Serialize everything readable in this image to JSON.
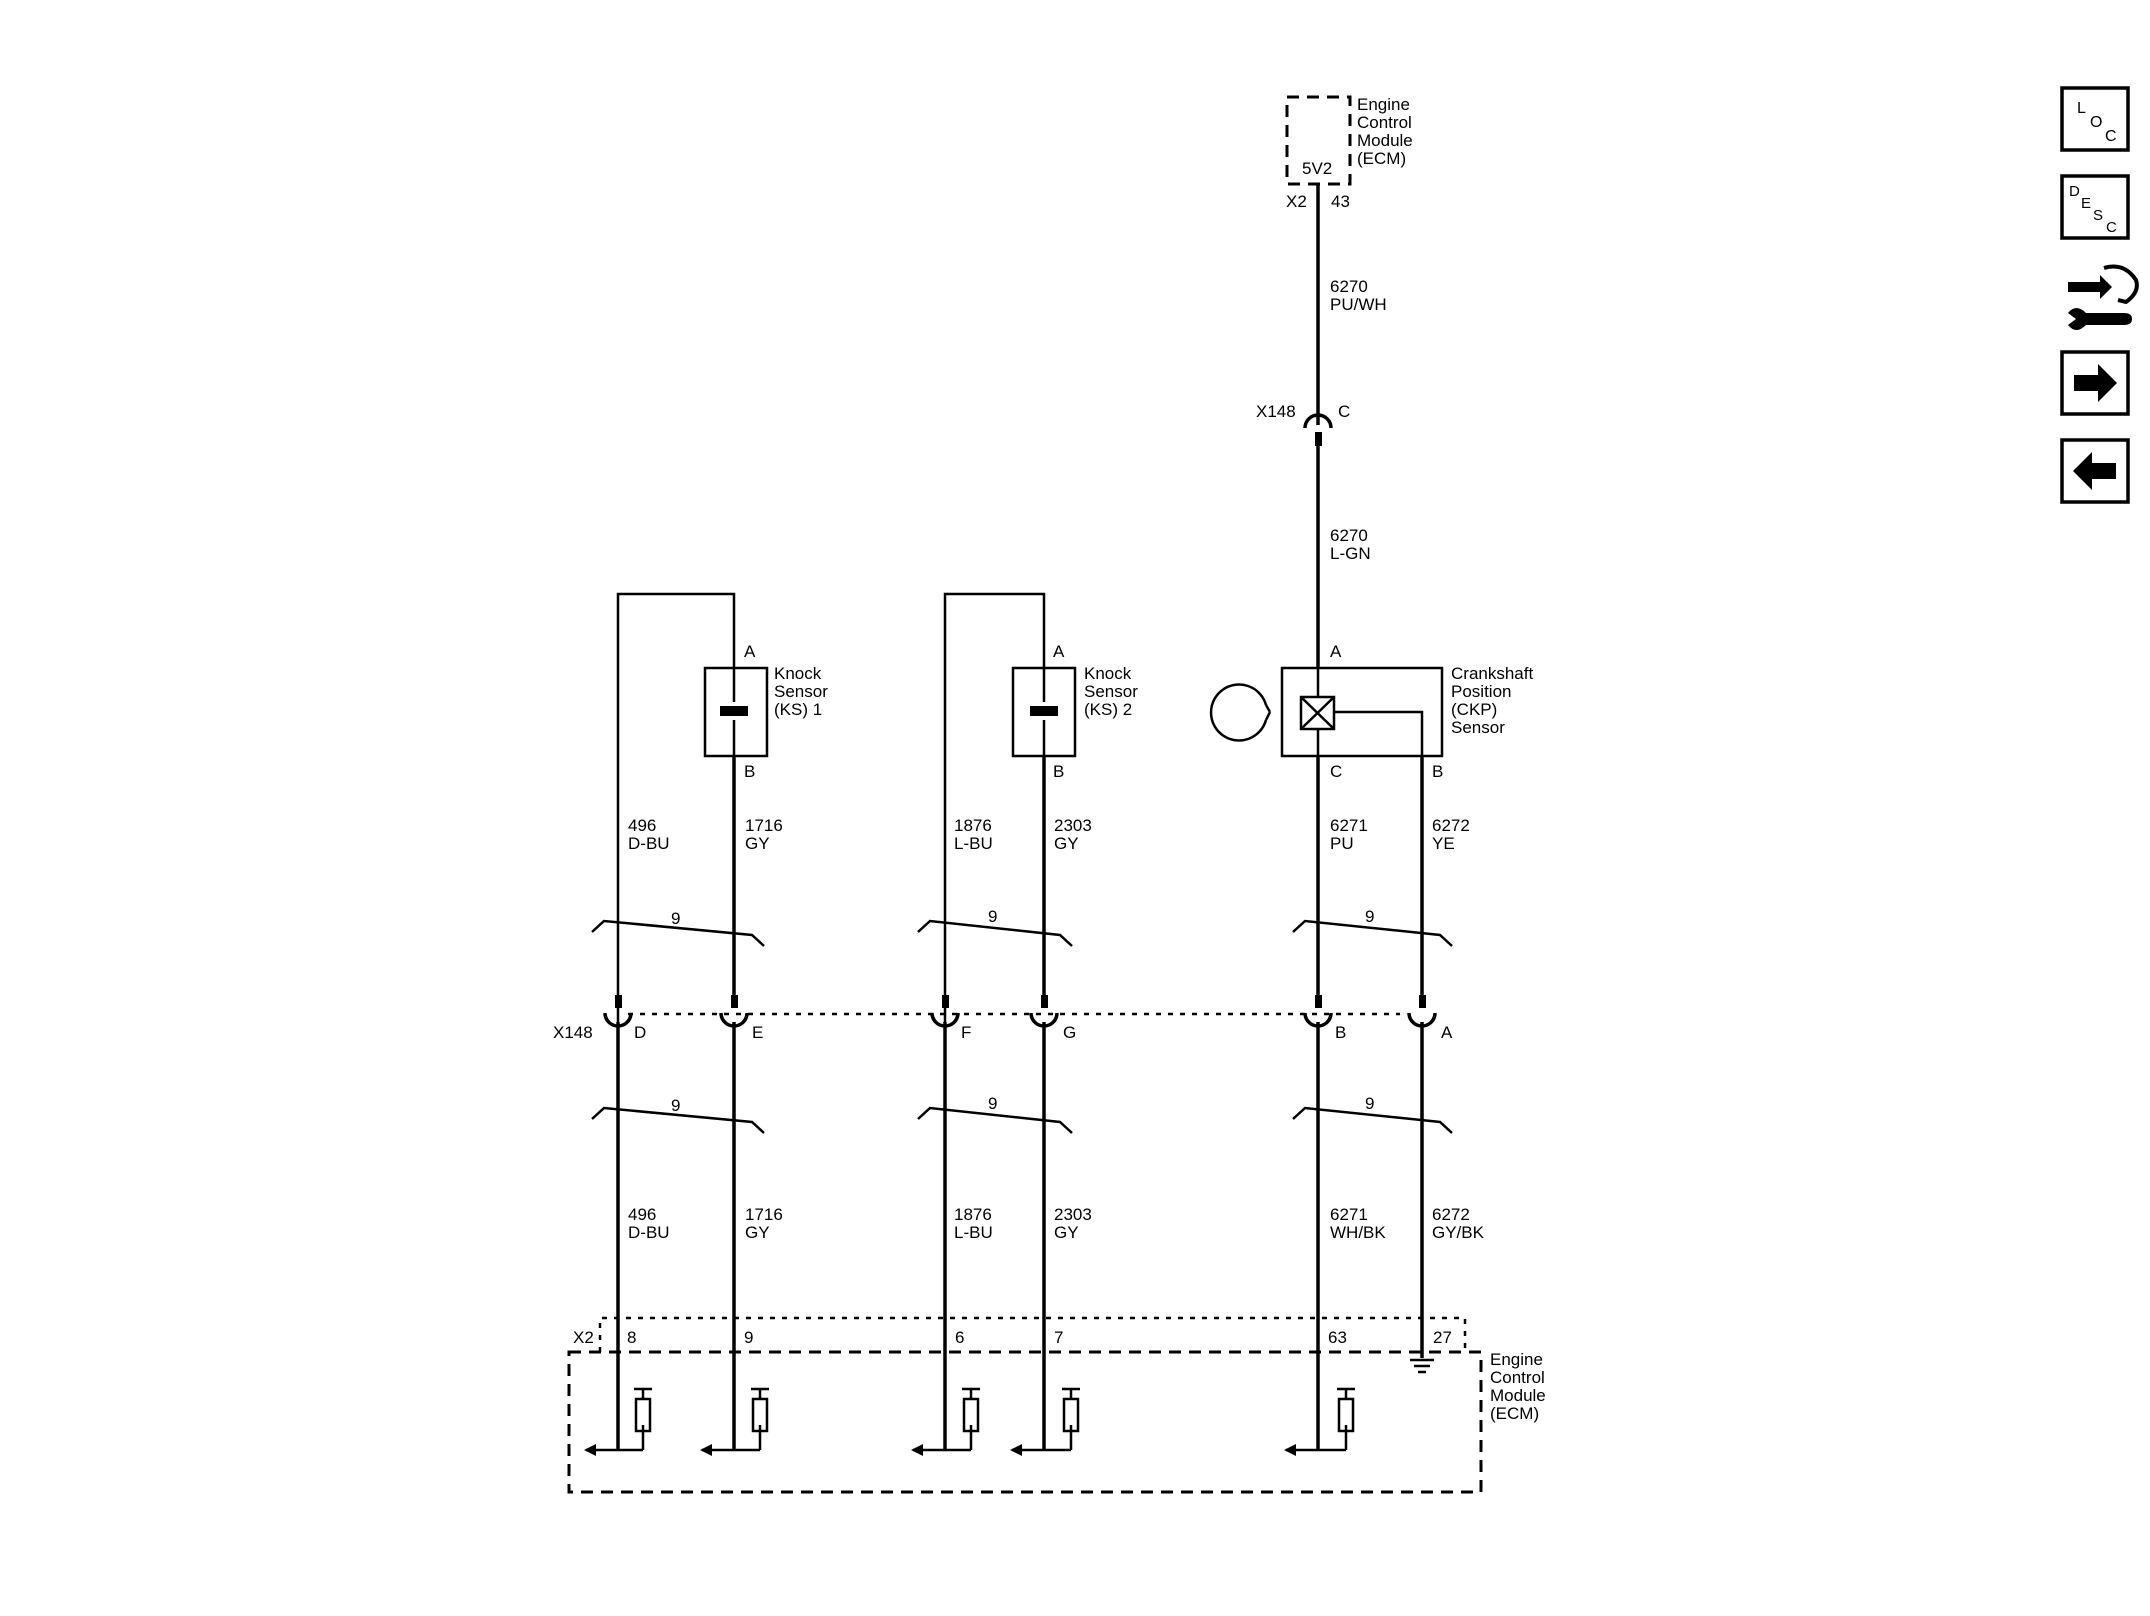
{
  "ecm_top": {
    "name": "Engine\nControl\nModule\n(ECM)",
    "pin_name": "5V2",
    "connector": "X2",
    "pin": "43"
  },
  "wire_6270_top": {
    "circuit": "6270",
    "color": "PU/WH"
  },
  "x148_top": {
    "connector": "X148",
    "pin": "C"
  },
  "wire_6270_mid": {
    "circuit": "6270",
    "color": "L-GN"
  },
  "ks1": {
    "name": "Knock\nSensor\n(KS) 1",
    "pin_a": "A",
    "pin_b": "B"
  },
  "ks2": {
    "name": "Knock\nSensor\n(KS) 2",
    "pin_a": "A",
    "pin_b": "B"
  },
  "ckp": {
    "name": "Crankshaft\nPosition\n(CKP)\nSensor",
    "pin_a": "A",
    "pin_b": "B",
    "pin_c": "C"
  },
  "upper_wires": [
    {
      "circuit": "496",
      "color": "D-BU"
    },
    {
      "circuit": "1716",
      "color": "GY"
    },
    {
      "circuit": "1876",
      "color": "L-BU"
    },
    {
      "circuit": "2303",
      "color": "GY"
    },
    {
      "circuit": "6271",
      "color": "PU"
    },
    {
      "circuit": "6272",
      "color": "YE"
    }
  ],
  "twist_label": "9",
  "x148_bottom": {
    "connector": "X148",
    "pins": [
      "D",
      "E",
      "F",
      "G",
      "B",
      "A"
    ]
  },
  "lower_wires": [
    {
      "circuit": "496",
      "color": "D-BU"
    },
    {
      "circuit": "1716",
      "color": "GY"
    },
    {
      "circuit": "1876",
      "color": "L-BU"
    },
    {
      "circuit": "2303",
      "color": "GY"
    },
    {
      "circuit": "6271",
      "color": "WH/BK"
    },
    {
      "circuit": "6272",
      "color": "GY/BK"
    }
  ],
  "ecm_bottom": {
    "name": "Engine\nControl\nModule\n(ECM)",
    "connector": "X2",
    "pins": [
      "8",
      "9",
      "6",
      "7",
      "63",
      "27"
    ]
  },
  "nav": {
    "loc": [
      "L",
      "O",
      "C"
    ],
    "desc": [
      "D",
      "E",
      "S",
      "C"
    ],
    "icons": [
      "connector-tool-icon",
      "arrow-right-icon",
      "arrow-left-icon"
    ]
  }
}
